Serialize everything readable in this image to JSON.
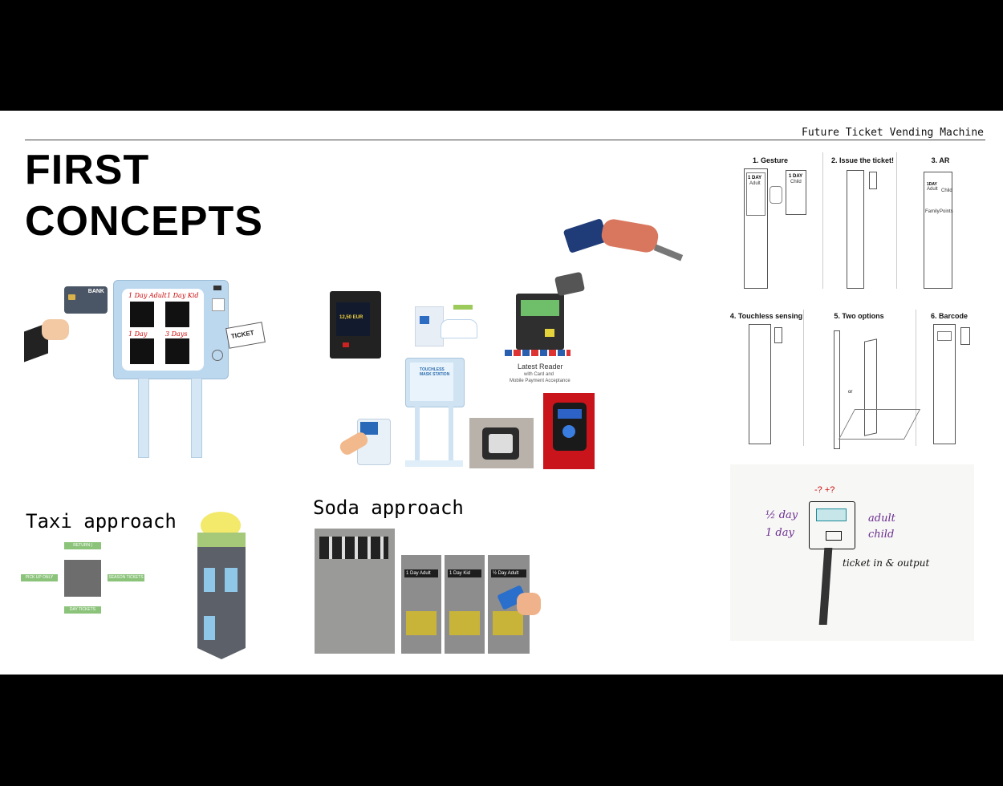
{
  "header": {
    "title": "Future Ticket Vending Machine"
  },
  "page": {
    "title_line1": "FIRST",
    "title_line2": "CONCEPTS"
  },
  "kiosk_sketch": {
    "card_brand": "BANK",
    "slot_labels": [
      "1 Day Adult",
      "1 Day Kid",
      "1 Day",
      "3 Days"
    ],
    "ticket_text": "TICKET"
  },
  "collage": {
    "price_display": "12,50 EUR",
    "mask_station": "TOUCHLESS MASK STATION",
    "reader_title": "Latest Reader",
    "reader_sub1": "with Card and",
    "reader_sub2": "Mobile Payment Acceptance"
  },
  "wireframes": {
    "panels": [
      {
        "label": "1. Gesture"
      },
      {
        "label": "2. Issue the ticket!"
      },
      {
        "label": "3. AR"
      },
      {
        "label": "4. Touchless sensing"
      },
      {
        "label": "5. Two options"
      },
      {
        "label": "6. Barcode"
      }
    ],
    "gesture_screen1": "1 DAY",
    "gesture_screen1_sub": "Adult",
    "gesture_screen2": "1 DAY",
    "gesture_screen2_sub": "Child",
    "ar_screen": "1DAY",
    "ar_sub": "Adult",
    "ar_child": "Child",
    "ar_family": "Family",
    "ar_points": "Points",
    "or_text": "or"
  },
  "taxi": {
    "label": "Taxi approach",
    "tags": {
      "top": "RETURN | DEPOSIT",
      "left": "PICK UP ONLY",
      "right": "SEASON TICKETS",
      "bottom": "DAY TICKETS"
    }
  },
  "soda": {
    "label": "Soda approach",
    "screens": [
      "1 Day Adult",
      "1 Day Kid",
      "½ Day Adult"
    ]
  },
  "sketch": {
    "line1": "½ day",
    "line2": "1 day",
    "adult": "adult",
    "child": "child",
    "note": "ticket in & output",
    "marks": "-? +?"
  },
  "colors": {
    "accent_blue": "#b9d7ee",
    "tag_green": "#8bc37a",
    "soda_yellow": "#c9b43a",
    "sketch_purple": "#6a2c91"
  }
}
